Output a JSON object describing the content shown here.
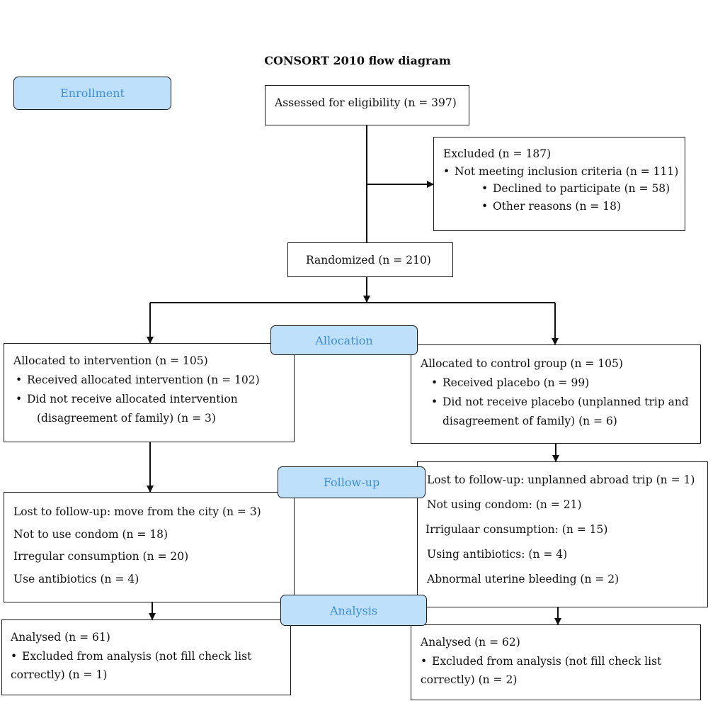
{
  "title": "CONSORT 2010 flow diagram",
  "phases": {
    "enrollment": "Enrollment",
    "allocation": "Allocation",
    "followup": "Follow-up",
    "analysis": "Analysis"
  },
  "assessed": "Assessed for eligibility (n = 397)",
  "excluded": {
    "heading": "Excluded  (n = 187)",
    "items": [
      "Not meeting inclusion criteria (n = 111)",
      "Declined to participate (n = 58)",
      "Other reasons (n = 18)"
    ]
  },
  "randomized": "Randomized (n = 210)",
  "intervention": {
    "heading": "Allocated to intervention (n = 105)",
    "item1": "Received allocated intervention (n = 102)",
    "item2_line1": "Did not receive allocated intervention",
    "item2_line2": "(disagreement of family) (n = 3)"
  },
  "control": {
    "heading": "Allocated to control group (n = 105)",
    "item1": "Received placebo (n = 99)",
    "item2_line1": "Did not receive placebo (unplanned trip and",
    "item2_line2": "disagreement of family) (n = 6)"
  },
  "followup_left": [
    "Lost to follow-up: move from the city (n = 3)",
    "Not to use condom (n = 18)",
    "Irregular consumption (n = 20)",
    "Use antibiotics (n = 4)"
  ],
  "followup_right": [
    "Lost to follow-up: unplanned abroad trip (n = 1)",
    "Not using condom: (n = 21)",
    "Irrigulaar consumption: (n = 15)",
    "Using antibiotics: (n = 4)",
    "Abnormal uterine bleeding (n = 2)"
  ],
  "analysis_left": {
    "heading": "Analysed (n = 61)",
    "line1": "Excluded from analysis (not fill check list",
    "line2": "correctly) (n = 1)"
  },
  "analysis_right": {
    "heading": "Analysed (n = 62)",
    "line1": "Excluded from analysis (not fill check list",
    "line2": "correctly) (n = 2)"
  }
}
